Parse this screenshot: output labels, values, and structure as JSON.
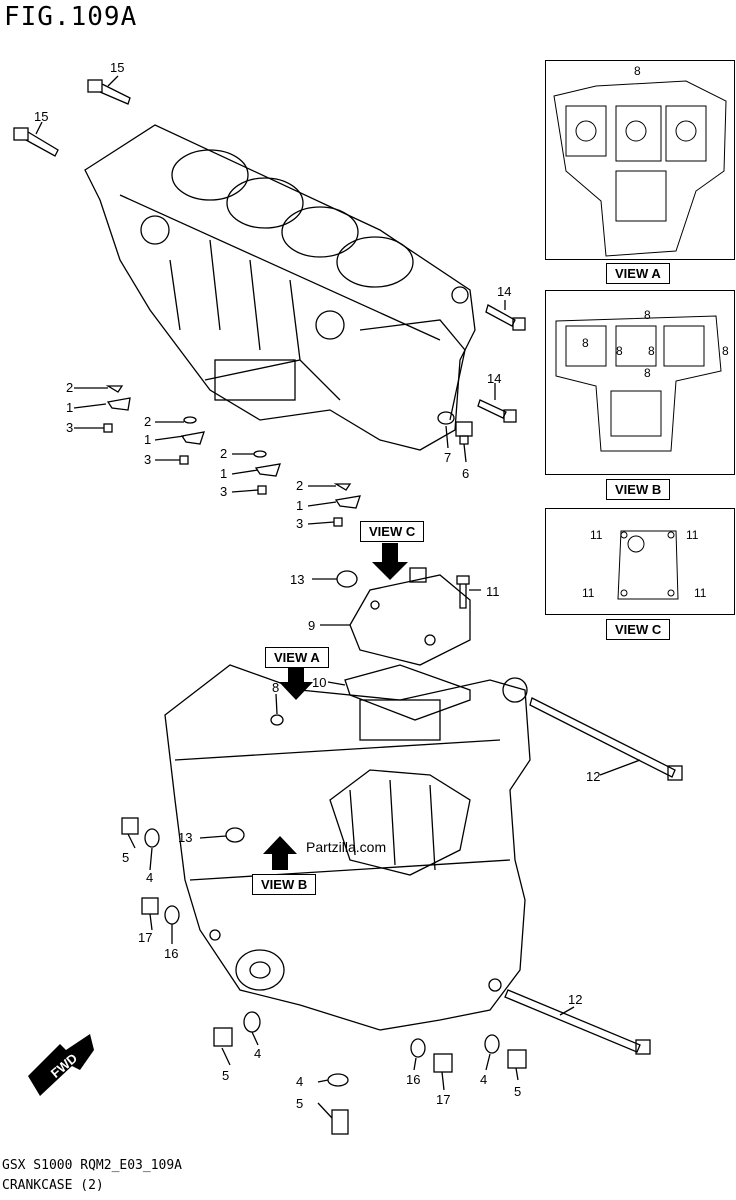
{
  "title": "FIG.109A",
  "footer": {
    "code": "GSX S1000 RQM2_E03_109A",
    "name": "CRANKCASE (2)"
  },
  "views": {
    "a": "VIEW A",
    "b": "VIEW B",
    "c": "VIEW C"
  },
  "fwd": "FWD",
  "watermark": "Partzilla.com",
  "callouts": {
    "c15a": "15",
    "c15b": "15",
    "c14a": "14",
    "c14b": "14",
    "c2a": "2",
    "c1a": "1",
    "c3a": "3",
    "c2b": "2",
    "c1b": "1",
    "c3b": "3",
    "c2c": "2",
    "c1c": "1",
    "c3c": "3",
    "c2d": "2",
    "c1d": "1",
    "c3d": "3",
    "c7": "7",
    "c6": "6",
    "c13a": "13",
    "c11": "11",
    "c9": "9",
    "c10": "10",
    "c8": "8",
    "c12a": "12",
    "c12b": "12",
    "c5a": "5",
    "c4a": "4",
    "c13b": "13",
    "c17a": "17",
    "c16a": "16",
    "c5b": "5",
    "c4b": "4",
    "c4c": "4",
    "c5c": "5",
    "c16b": "16",
    "c17b": "17",
    "c4d": "4",
    "c5d": "5"
  },
  "view_a_labels": [
    "8"
  ],
  "view_b_labels": [
    "8",
    "8",
    "8",
    "8",
    "8",
    "8"
  ],
  "view_c_labels": [
    "11",
    "11",
    "11",
    "11"
  ]
}
